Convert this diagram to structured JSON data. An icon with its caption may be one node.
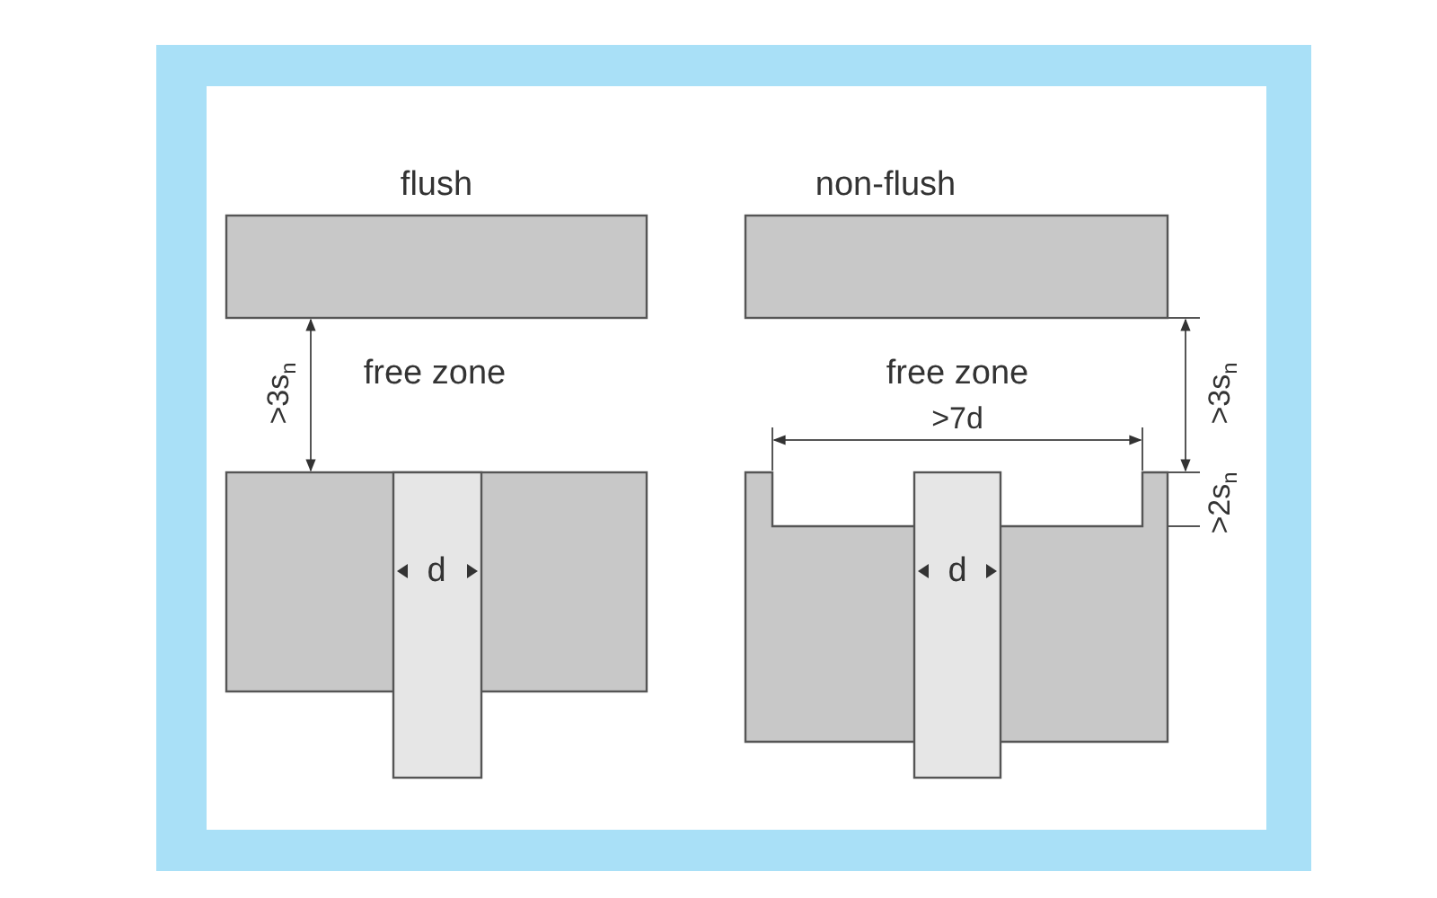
{
  "diagram": {
    "labels": [
      "flush",
      "non-flush",
      ">3s$_{n}$",
      "free zone",
      "free zone",
      ">7d",
      ">3s$_{n}$",
      ">2s$_{n}$",
      "d",
      "d"
    ]
  }
}
